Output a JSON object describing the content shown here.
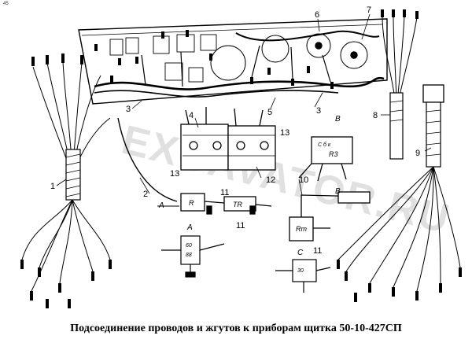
{
  "page_mark": "45",
  "caption": "Подсоединение проводов и жгутов к приборам щитка 50-10-427СП",
  "watermark": "EXCAVATOR.RU",
  "callouts": {
    "n1": "1",
    "n2": "2",
    "n3a": "3",
    "n3b": "3",
    "n4": "4",
    "n5": "5",
    "n6": "6",
    "n7": "7",
    "n8": "8",
    "n9": "9",
    "n10": "10",
    "n11a": "11",
    "n11b": "11",
    "n11c": "11",
    "n12": "12",
    "n13a": "13",
    "n13b": "13"
  },
  "views": {
    "A_top": "A",
    "A_arrow": "A",
    "B_top": "B",
    "B_mid": "B",
    "C": "C"
  },
  "components": {
    "R": "R",
    "TR": "TR",
    "Rt": "Rт",
    "R3": "R3",
    "csk": "С б к",
    "sixty": "60",
    "eightyeight": "88",
    "thirty": "30"
  },
  "colors": {
    "ink": "#000000",
    "paper": "#ffffff",
    "watermark": "#c8c8c8"
  }
}
